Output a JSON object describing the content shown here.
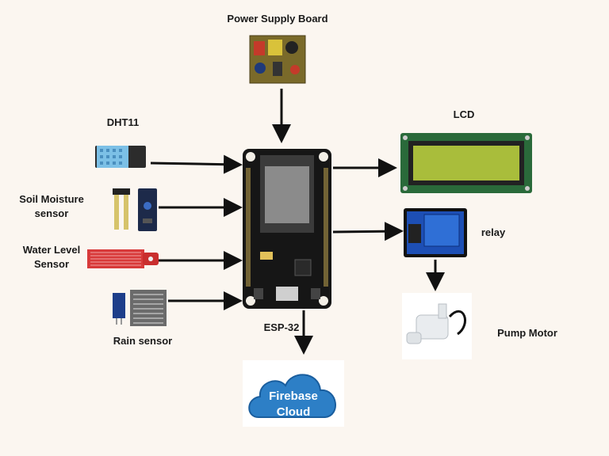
{
  "components": {
    "power_supply": {
      "label": "Power Supply Board"
    },
    "dht11": {
      "label": "DHT11"
    },
    "soil": {
      "label_line1": "Soil Moisture",
      "label_line2": "sensor"
    },
    "water": {
      "label_line1": "Water Level",
      "label_line2": "Sensor"
    },
    "rain": {
      "label": "Rain sensor"
    },
    "esp32": {
      "label": "ESP-32"
    },
    "lcd": {
      "label": "LCD"
    },
    "relay": {
      "label": "relay"
    },
    "pump": {
      "label": "Pump Motor"
    },
    "firebase": {
      "label_line1": "Firebase",
      "label_line2": "Cloud"
    }
  },
  "colors": {
    "background": "#fbf6f0",
    "arrow": "#111111",
    "esp_board": "#161616",
    "lcd_screen": "#a9bd3b",
    "relay_board": "#1d4fb5",
    "cloud": "#2d7fc6",
    "water_sensor": "#d83a3a"
  }
}
